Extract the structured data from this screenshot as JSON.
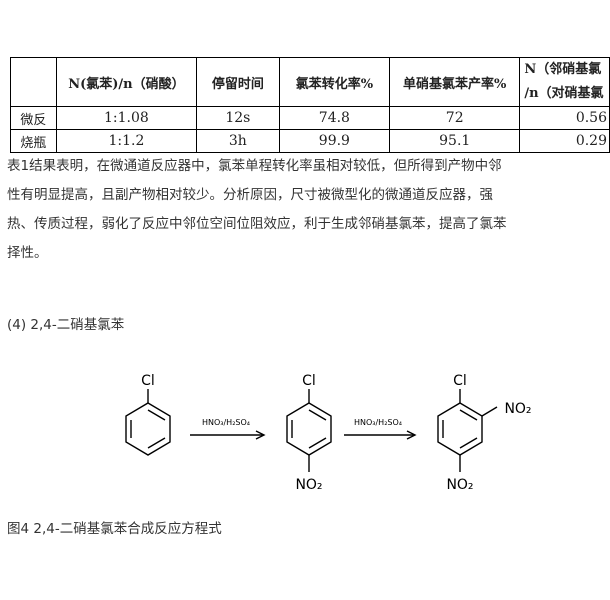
{
  "table": {
    "headers": [
      "",
      "N(氯苯)/n（硝酸）",
      "停留时间",
      "氯苯转化率%",
      "单硝基氯苯产率%"
    ],
    "last_header_line1": "N（邻硝基氯",
    "last_header_line2": "/n（对硝基氯",
    "rows": [
      [
        "微反",
        "1:1.08",
        "12s",
        "74.8",
        "72",
        "0.56"
      ],
      [
        "烧瓶",
        "1:1.2",
        "3h",
        "99.9",
        "95.1",
        "0.29"
      ]
    ]
  },
  "paragraph": [
    "表1结果表明，在微通道反应器中，氯苯单程转化率虽相对较低，但所得到产物中邻",
    "性有明显提高，且副产物相对较少。分析原因，尺寸被微型化的微通道反应器，强",
    "热、传质过程，弱化了反应中邻位空间位阻效应，利于生成邻硝基氯苯，提高了氯苯",
    "择性。"
  ],
  "section_heading": "(4) 2,4-二硝基氯苯",
  "scheme": {
    "cl": "Cl",
    "reagent_1": "HNO₃/H₂SO₄",
    "reagent_2": "HNO₃/H₂SO₄",
    "no2": "NO₂"
  },
  "caption": "图4 2,4-二硝基氯苯合成反应方程式"
}
